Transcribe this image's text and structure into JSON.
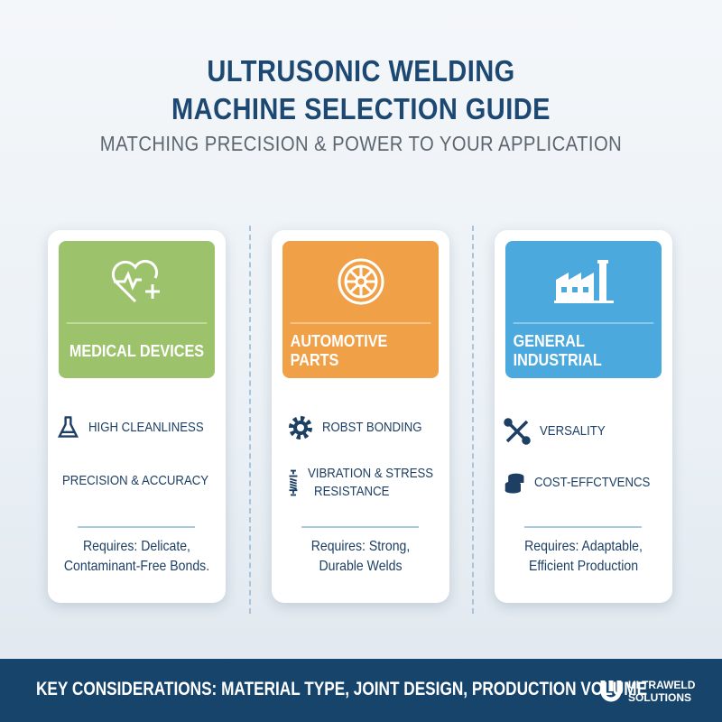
{
  "header": {
    "title_line1": "ULTRUSONIC WELDING",
    "title_line2": "MACHINE SELECTION GUIDE",
    "subtitle": "MATCHING PRECISION & POWER TO YOUR APPLICATION"
  },
  "cards": [
    {
      "label": "MEDICAL DEVICES",
      "color": "#9cc36b",
      "icon": "heart-pulse-plus-icon",
      "features": [
        {
          "icon": "flask-icon",
          "text": "HIGH CLEANLINESS"
        },
        {
          "icon": "magnifier-icon",
          "text": "PRECISION & ACCURACY"
        }
      ],
      "req_line1": "Requires: Delicate,",
      "req_line2": "Contaminant-Free Bonds."
    },
    {
      "label": "AUTOMOTIVE PARTS",
      "color": "#f0a047",
      "icon": "wheel-icon",
      "features": [
        {
          "icon": "gear-icon",
          "text": "ROBST BONDING"
        },
        {
          "icon": "spring-icon",
          "text": "VIBRATION & STRESS",
          "text2": "RESISTANCE"
        }
      ],
      "req_line1": "Requires: Strong,",
      "req_line2": "Durable Welds"
    },
    {
      "label": "GENERAL INDUSTRIAL",
      "color": "#4ba9de",
      "icon": "factory-icon",
      "features": [
        {
          "icon": "tools-icon",
          "text": "VERSALITY"
        },
        {
          "icon": "coins-icon",
          "text": "COST-EFFCTVENCS"
        }
      ],
      "req_line1": "Requires: Adaptable,",
      "req_line2": "Efficient Production"
    }
  ],
  "footer": {
    "text": "KEY CONSIDERATIONS:  MATERIAL TYPE, JOINT DESIGN, PRODUCTION VOLUME",
    "logo_line1": "ULTRAWELD",
    "logo_line2": "SOLUTIONS",
    "color": "#16446b"
  }
}
